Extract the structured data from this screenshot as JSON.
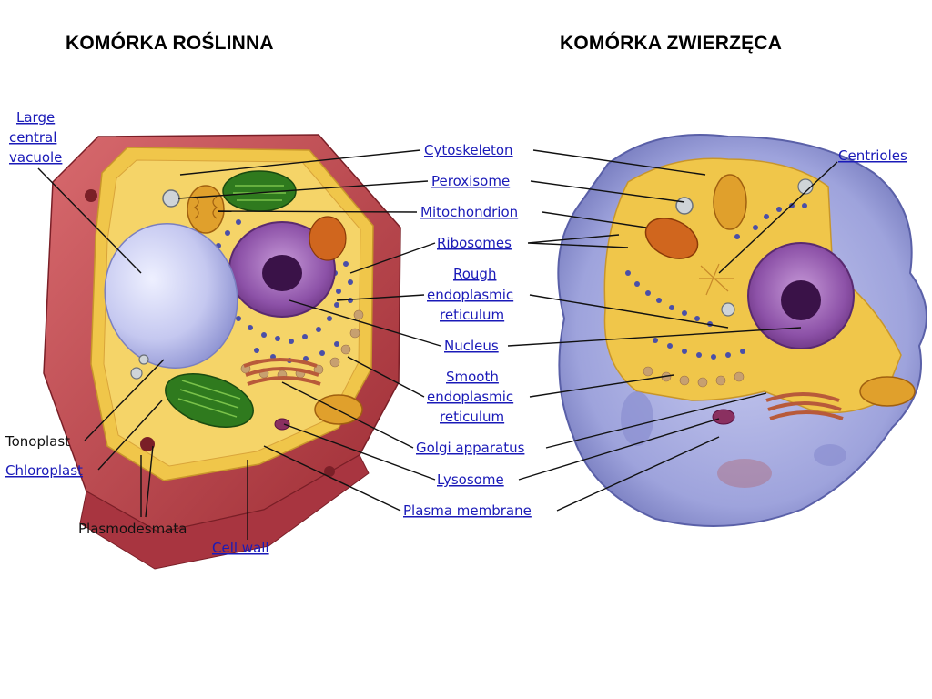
{
  "titles": {
    "plant": "KOMÓRKA ROŚLINNA",
    "animal": "KOMÓRKA ZWIERZĘCA"
  },
  "labels": {
    "large_central_vacuole": [
      "Large",
      "central",
      "vacuole"
    ],
    "tonoplast": "Tonoplast",
    "chloroplast": "Chloroplast",
    "plasmodesmata": "Plasmodesmata",
    "cell_wall": "Cell wall",
    "cytoskeleton": "Cytoskeleton",
    "peroxisome": "Peroxisome",
    "mitochondrion": "Mitochondrion",
    "ribosomes": "Ribosomes",
    "rough_er": [
      "Rough",
      "endoplasmic",
      "reticulum"
    ],
    "nucleus": "Nucleus",
    "smooth_er": [
      "Smooth",
      "endoplasmic",
      "reticulum"
    ],
    "golgi": "Golgi apparatus",
    "lysosome": "Lysosome",
    "plasma_membrane": "Plasma membrane",
    "centrioles": "Centrioles"
  },
  "colors": {
    "cell_wall": "#b8434a",
    "cytoplasm": "#f2c640",
    "vacuole": "#c9ccf2",
    "chloroplast": "#2f7a1e",
    "nucleus": "#8a4f9e",
    "animal_membrane": "#8d92cc",
    "label_link": "#1a1ab8"
  }
}
